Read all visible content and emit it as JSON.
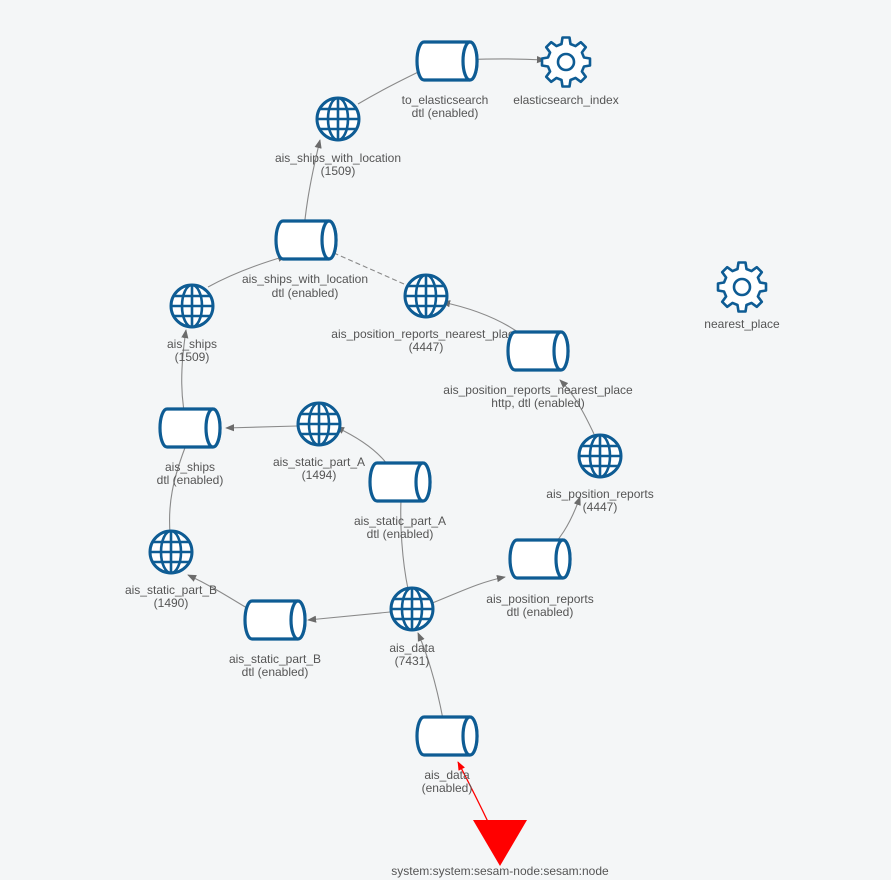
{
  "colors": {
    "node_stroke": "#0e5c94",
    "node_fill": "#ffffff",
    "edge": "#8a8a8a",
    "arrow": "#6b6b6b",
    "label": "#555555",
    "error": "#ff0000",
    "background": "#f4f6f7"
  },
  "nodes": {
    "to_es_pipe": {
      "icon": "pipe-icon",
      "line1": "to_elasticsearch",
      "line2": "dtl (enabled)"
    },
    "es_index": {
      "icon": "gear-icon",
      "line1": "elasticsearch_index"
    },
    "ships_loc_ds": {
      "icon": "dataset-icon",
      "line1": "ais_ships_with_location",
      "line2": "(1509)"
    },
    "ships_loc_pipe": {
      "icon": "pipe-icon",
      "line1": "ais_ships_with_location",
      "line2": "dtl (enabled)"
    },
    "nearest_place": {
      "icon": "gear-icon",
      "line1": "nearest_place"
    },
    "ships_ds": {
      "icon": "dataset-icon",
      "line1": "ais_ships",
      "line2": "(1509)"
    },
    "posnear_ds": {
      "icon": "dataset-icon",
      "line1": "ais_position_reports_nearest_place",
      "line2": "(4447)"
    },
    "posnear_pipe": {
      "icon": "pipe-icon",
      "line1": "ais_position_reports_nearest_place",
      "line2": "http, dtl (enabled)"
    },
    "ships_pipe": {
      "icon": "pipe-icon",
      "line1": "ais_ships",
      "line2": "dtl (enabled)"
    },
    "staticA_ds": {
      "icon": "dataset-icon",
      "line1": "ais_static_part_A",
      "line2": "(1494)"
    },
    "staticA_pipe": {
      "icon": "pipe-icon",
      "line1": "ais_static_part_A",
      "line2": "dtl (enabled)"
    },
    "pos_ds": {
      "icon": "dataset-icon",
      "line1": "ais_position_reports",
      "line2": "(4447)"
    },
    "staticB_ds": {
      "icon": "dataset-icon",
      "line1": "ais_static_part_B",
      "line2": "(1490)"
    },
    "pos_pipe": {
      "icon": "pipe-icon",
      "line1": "ais_position_reports",
      "line2": "dtl (enabled)"
    },
    "staticB_pipe": {
      "icon": "pipe-icon",
      "line1": "ais_static_part_B",
      "line2": "dtl (enabled)"
    },
    "aisdata_ds": {
      "icon": "dataset-icon",
      "line1": "ais_data",
      "line2": "(7431)"
    },
    "aisdata_pipe": {
      "icon": "pipe-icon",
      "line1": "ais_data",
      "line2": "(enabled)"
    },
    "system_node": {
      "icon": "system-triangle-icon",
      "line1": "system:system:sesam-node:sesam:node"
    }
  }
}
